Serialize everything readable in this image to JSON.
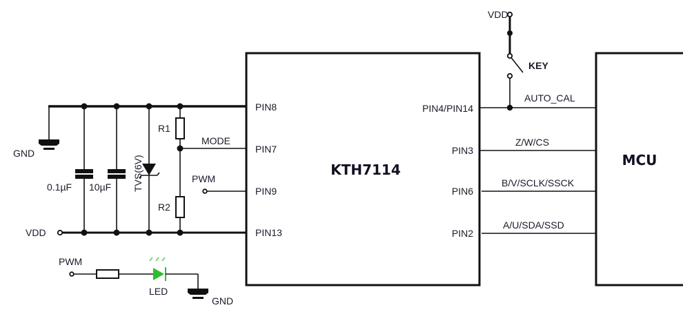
{
  "chip": {
    "name": "KTH7114",
    "left_pins": [
      "PIN8",
      "PIN7",
      "PIN9",
      "PIN13"
    ],
    "right_pins": [
      "PIN4/PIN14",
      "PIN3",
      "PIN6",
      "PIN2"
    ]
  },
  "mcu": {
    "name": "MCU"
  },
  "signals": {
    "auto_cal": "AUTO_CAL",
    "zwcs": "Z/W/CS",
    "bv": "B/V/SCLK/SSCK",
    "au": "A/U/SDA/SSD",
    "mode": "MODE",
    "pwm_in": "PWM"
  },
  "key": {
    "vdd": "VDD",
    "label": "KEY"
  },
  "supply": {
    "gnd": "GND",
    "vdd": "VDD",
    "cap1": "0.1µF",
    "cap2": "10µF",
    "tvs": "TVS(6V)",
    "r1": "R1",
    "r2": "R2"
  },
  "led": {
    "pwm": "PWM",
    "label": "LED",
    "gnd": "GND",
    "color": "#2bbf2b"
  }
}
